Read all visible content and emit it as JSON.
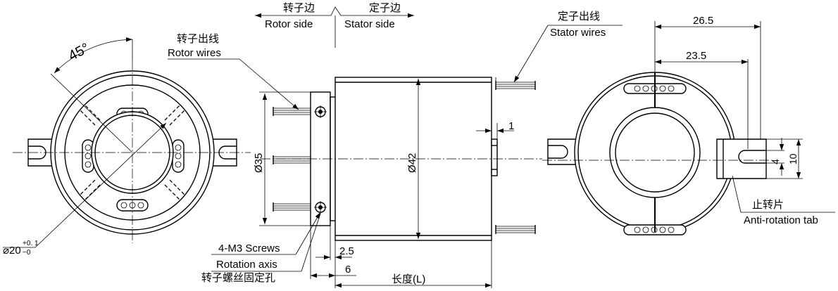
{
  "labels": {
    "rotor_side_cn": "转子边",
    "rotor_side": "Rotor side",
    "stator_side_cn": "定子边",
    "stator_side": "Stator side",
    "rotor_wires_cn": "转子出线",
    "rotor_wires": "Rotor wires",
    "stator_wires_cn": "定子出线",
    "stator_wires": "Stator wires",
    "screws": "4-M3 Screws",
    "rotation_axis": "Rotation axis",
    "rotor_holes_cn": "转子螺丝固定孔",
    "length_cn": "长度(L)",
    "anti_rotation_cn": "止转片",
    "anti_rotation": "Anti-rotation tab"
  },
  "dimensions": {
    "angle": "45°",
    "bore": "⌀20",
    "bore_tol_upper": "+0. 1",
    "bore_tol_lower": "−0",
    "flange_dia": "Ø35",
    "body_dia": "Ø42",
    "flange_offset": "1",
    "d_2_5": "2.5",
    "d_6": "6",
    "d_26_5": "26.5",
    "d_23_5": "23.5",
    "d_4": "4",
    "d_10": "10"
  }
}
